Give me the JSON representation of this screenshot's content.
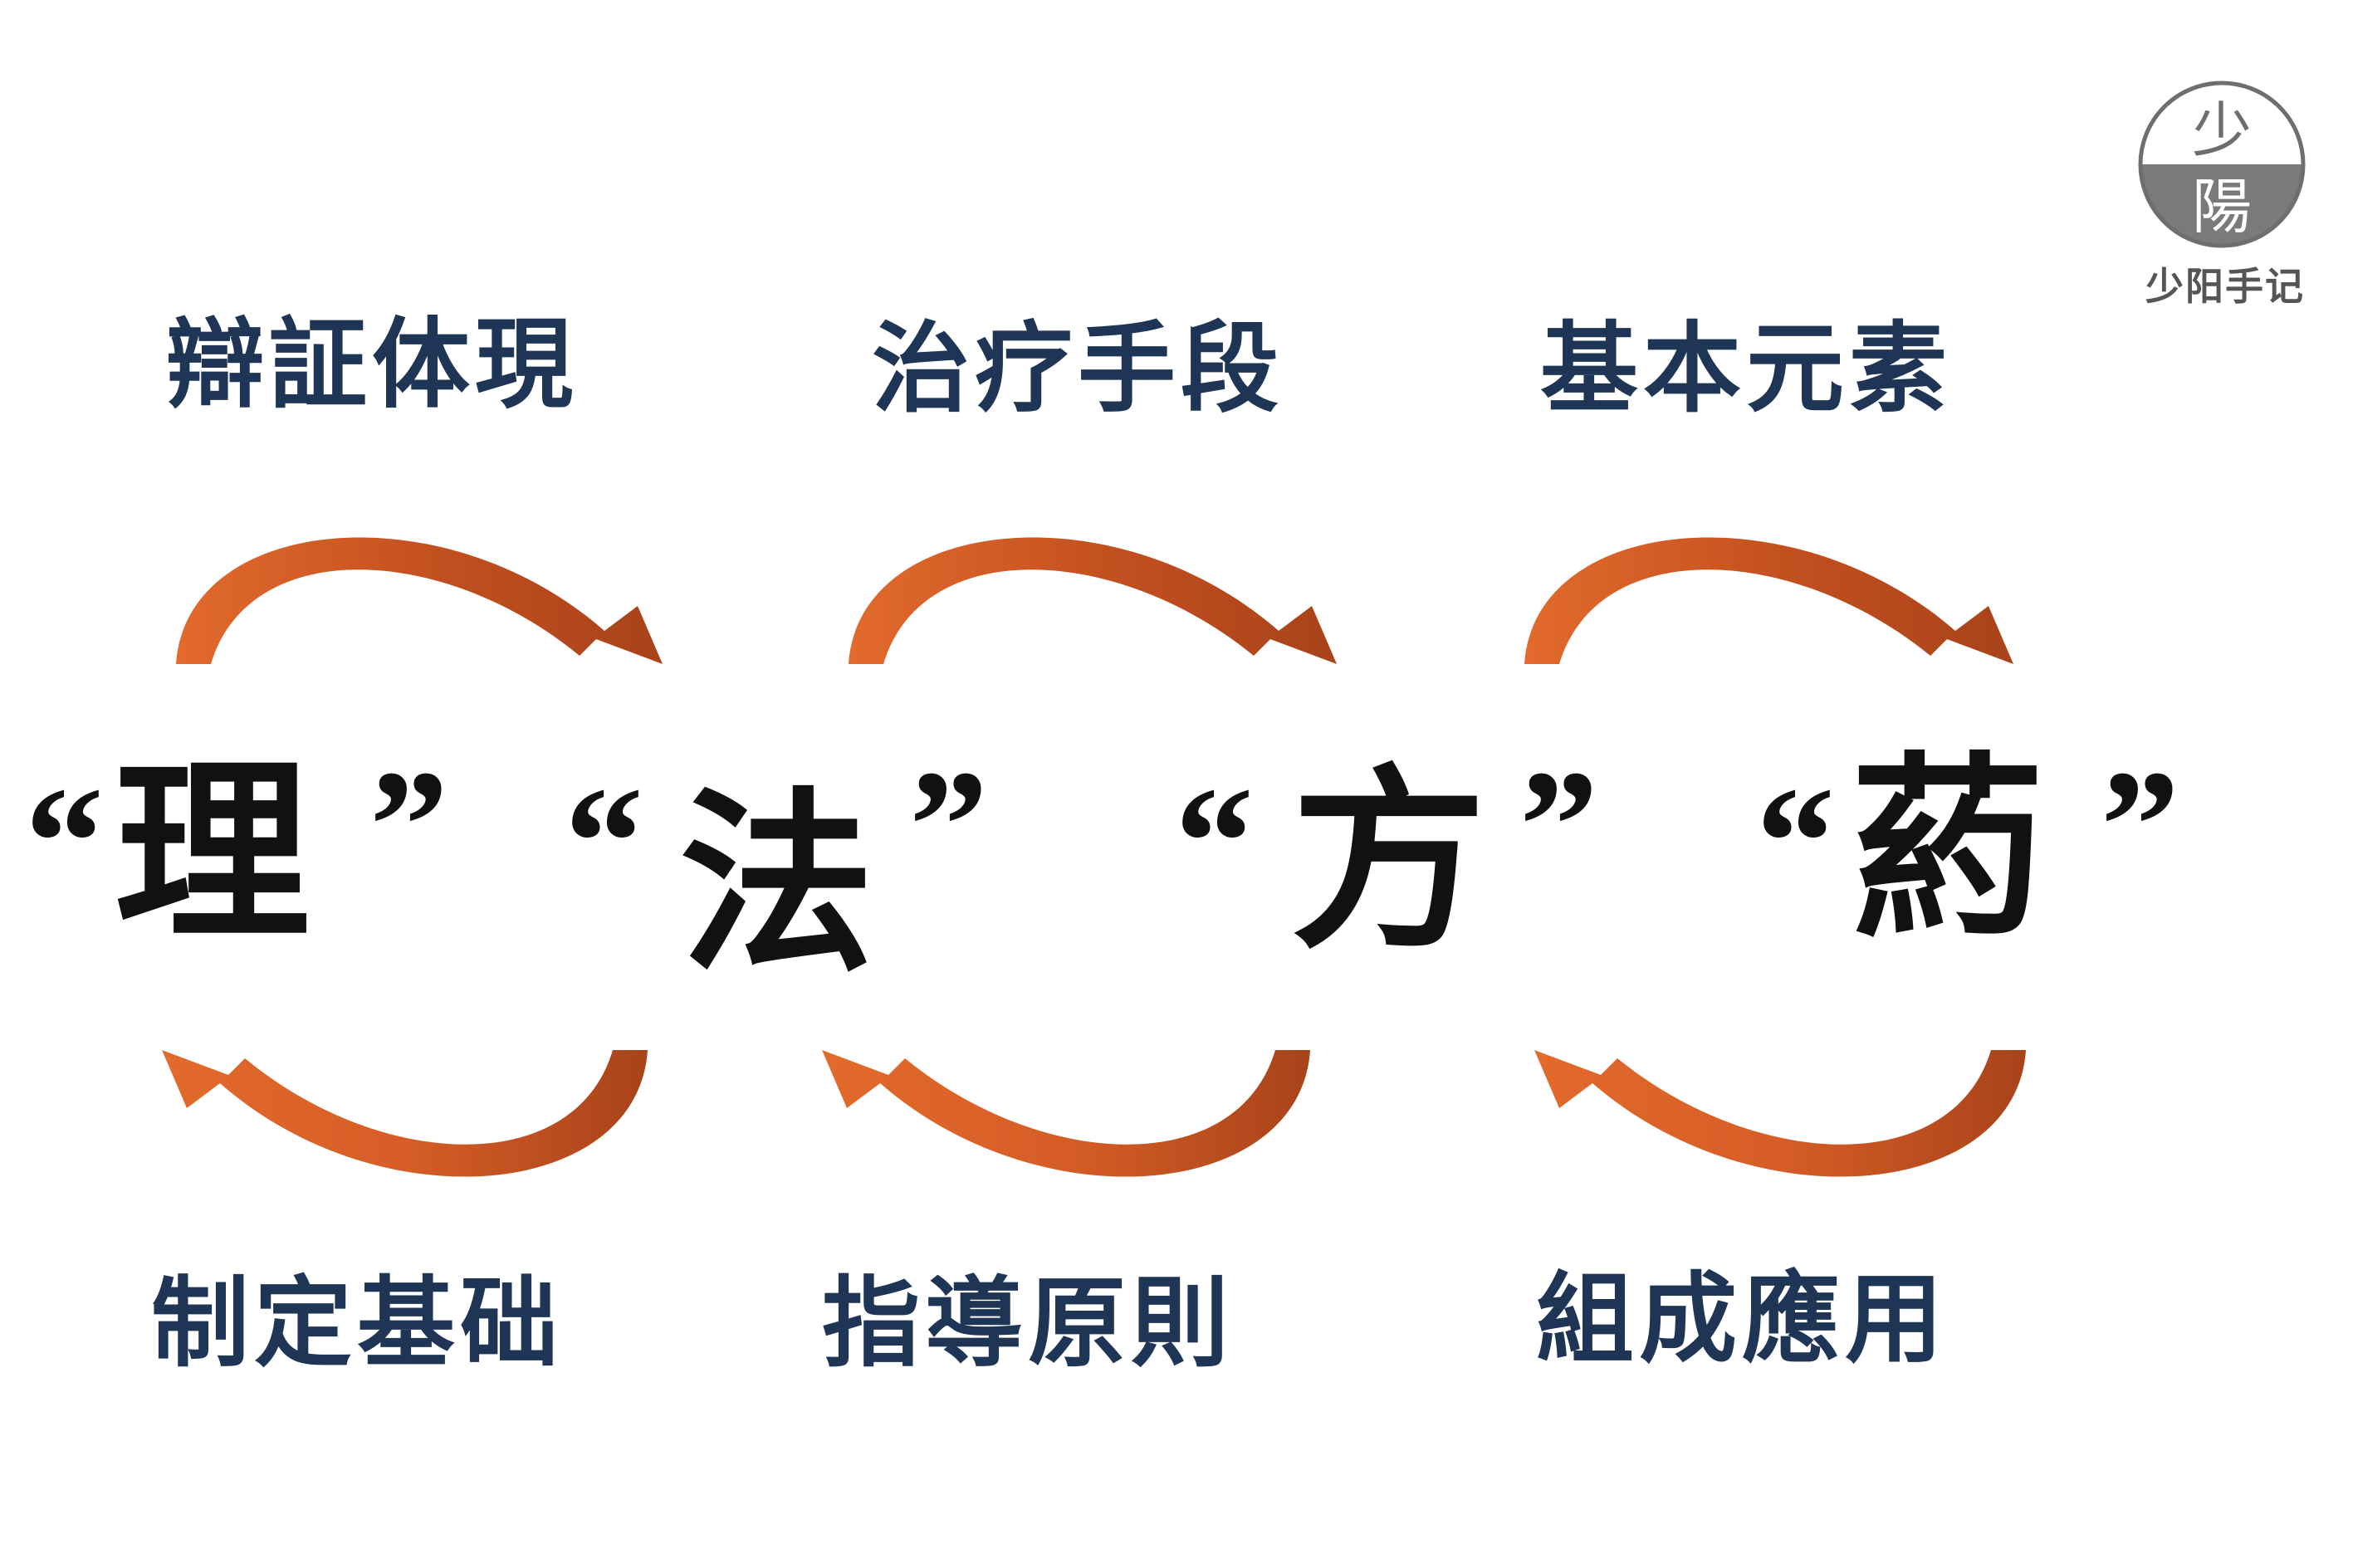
{
  "top_labels": [
    "辯証体現",
    "治疗手段",
    "基本元素"
  ],
  "bottom_labels": [
    "制定基础",
    "指導原則",
    "組成應用"
  ],
  "concepts": [
    "理",
    "法",
    "方",
    "葯"
  ],
  "quotes": {
    "open": "“",
    "close": "”"
  },
  "logo": {
    "seal_top": "少",
    "seal_bottom": "陽",
    "caption": "少阳手记"
  },
  "colors": {
    "label_text": "#1e3556",
    "concept_text": "#111111",
    "arrow_light": "#e26a2c",
    "arrow_dark": "#a8431a",
    "seal_gray": "#7a7a7a"
  }
}
